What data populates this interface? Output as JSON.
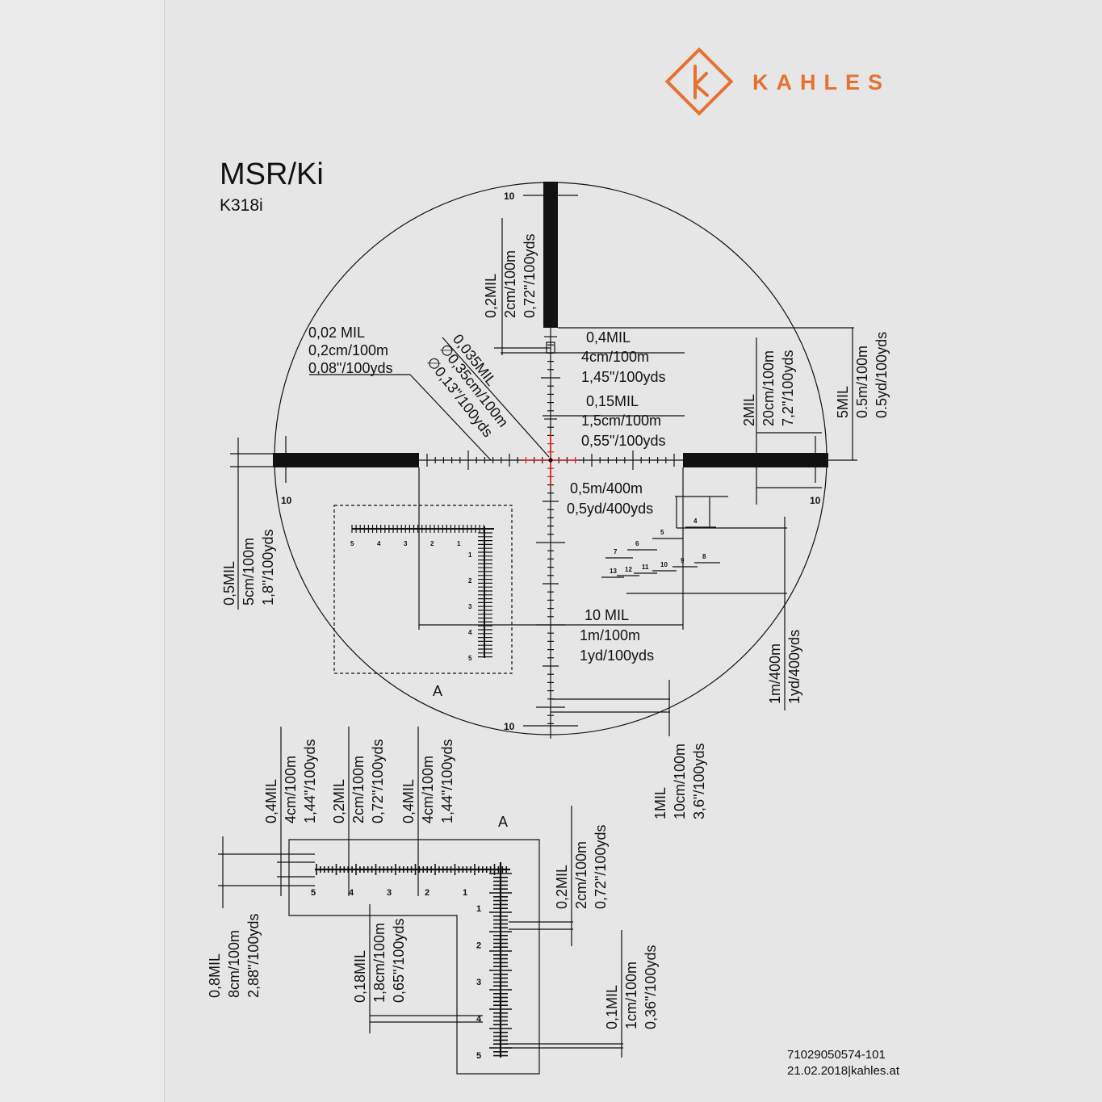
{
  "brand": {
    "name": "KAHLES",
    "color": "#e8712f"
  },
  "title": "MSR/Ki",
  "subtitle": "K318i",
  "footer": {
    "part_number": "71029050574-101",
    "date_site": "21.02.2018|kahles.at"
  },
  "colors": {
    "line": "#111111",
    "center_mark": "#d02020",
    "background": "#e6e6e6"
  },
  "labels": {
    "tick_10": "10",
    "detail_a": "A",
    "center_dot": [
      "0,035MIL",
      "∅0,35cm/100m",
      "∅0,13\"/100yds"
    ],
    "line_width": [
      "0,02 MIL",
      "0,2cm/100m",
      "0,08\"/100yds"
    ],
    "thick_post_width": [
      "0,2MIL",
      "2cm/100m",
      "0,72\"/100yds"
    ],
    "post_gap": [
      "0,4MIL",
      "4cm/100m",
      "1,45\"/100yds"
    ],
    "tick_len": [
      "0,15MIL",
      "1,5cm/100m",
      "0,55\"/100yds"
    ],
    "ranging_width": [
      "0,5m/400m",
      "0,5yd/400yds"
    ],
    "ten_mil": [
      "10 MIL",
      "1m/100m",
      "1yd/100yds"
    ],
    "one_mil": [
      "1MIL",
      "10cm/100m",
      "3,6\"/100yds"
    ],
    "half_mil": [
      "0,5MIL",
      "5cm/100m",
      "1,8\"/100yds"
    ],
    "five_mil": [
      "5MIL",
      "0.5m/100m",
      "0.5yd/100yds"
    ],
    "two_mil": [
      "2MIL",
      "20cm/100m",
      "7,2\"/100yds"
    ],
    "one_m_400": [
      "1m/400m",
      "1yd/400yds"
    ],
    "ranging_numbers": [
      "4",
      "5",
      "6",
      "7",
      "8",
      "9",
      "10",
      "11",
      "12",
      "13"
    ],
    "scale_top": [
      "5",
      "4",
      "3",
      "2",
      "1"
    ],
    "scale_side": [
      "1",
      "2",
      "3",
      "4",
      "5"
    ],
    "detail_04a": [
      "0,4MIL",
      "4cm/100m",
      "1,44\"/100yds"
    ],
    "detail_02": [
      "0,2MIL",
      "2cm/100m",
      "0,72\"/100yds"
    ],
    "detail_04b": [
      "0,4MIL",
      "4cm/100m",
      "1,44\"/100yds"
    ],
    "detail_08": [
      "0,8MIL",
      "8cm/100m",
      "2,88\"/100yds"
    ],
    "detail_018": [
      "0,18MIL",
      "1,8cm/100m",
      "0,65\"/100yds"
    ],
    "detail_02r": [
      "0,2MIL",
      "2cm/100m",
      "0,72\"/100yds"
    ],
    "detail_01": [
      "0,1MIL",
      "1cm/100m",
      "0,36\"/100yds"
    ]
  }
}
